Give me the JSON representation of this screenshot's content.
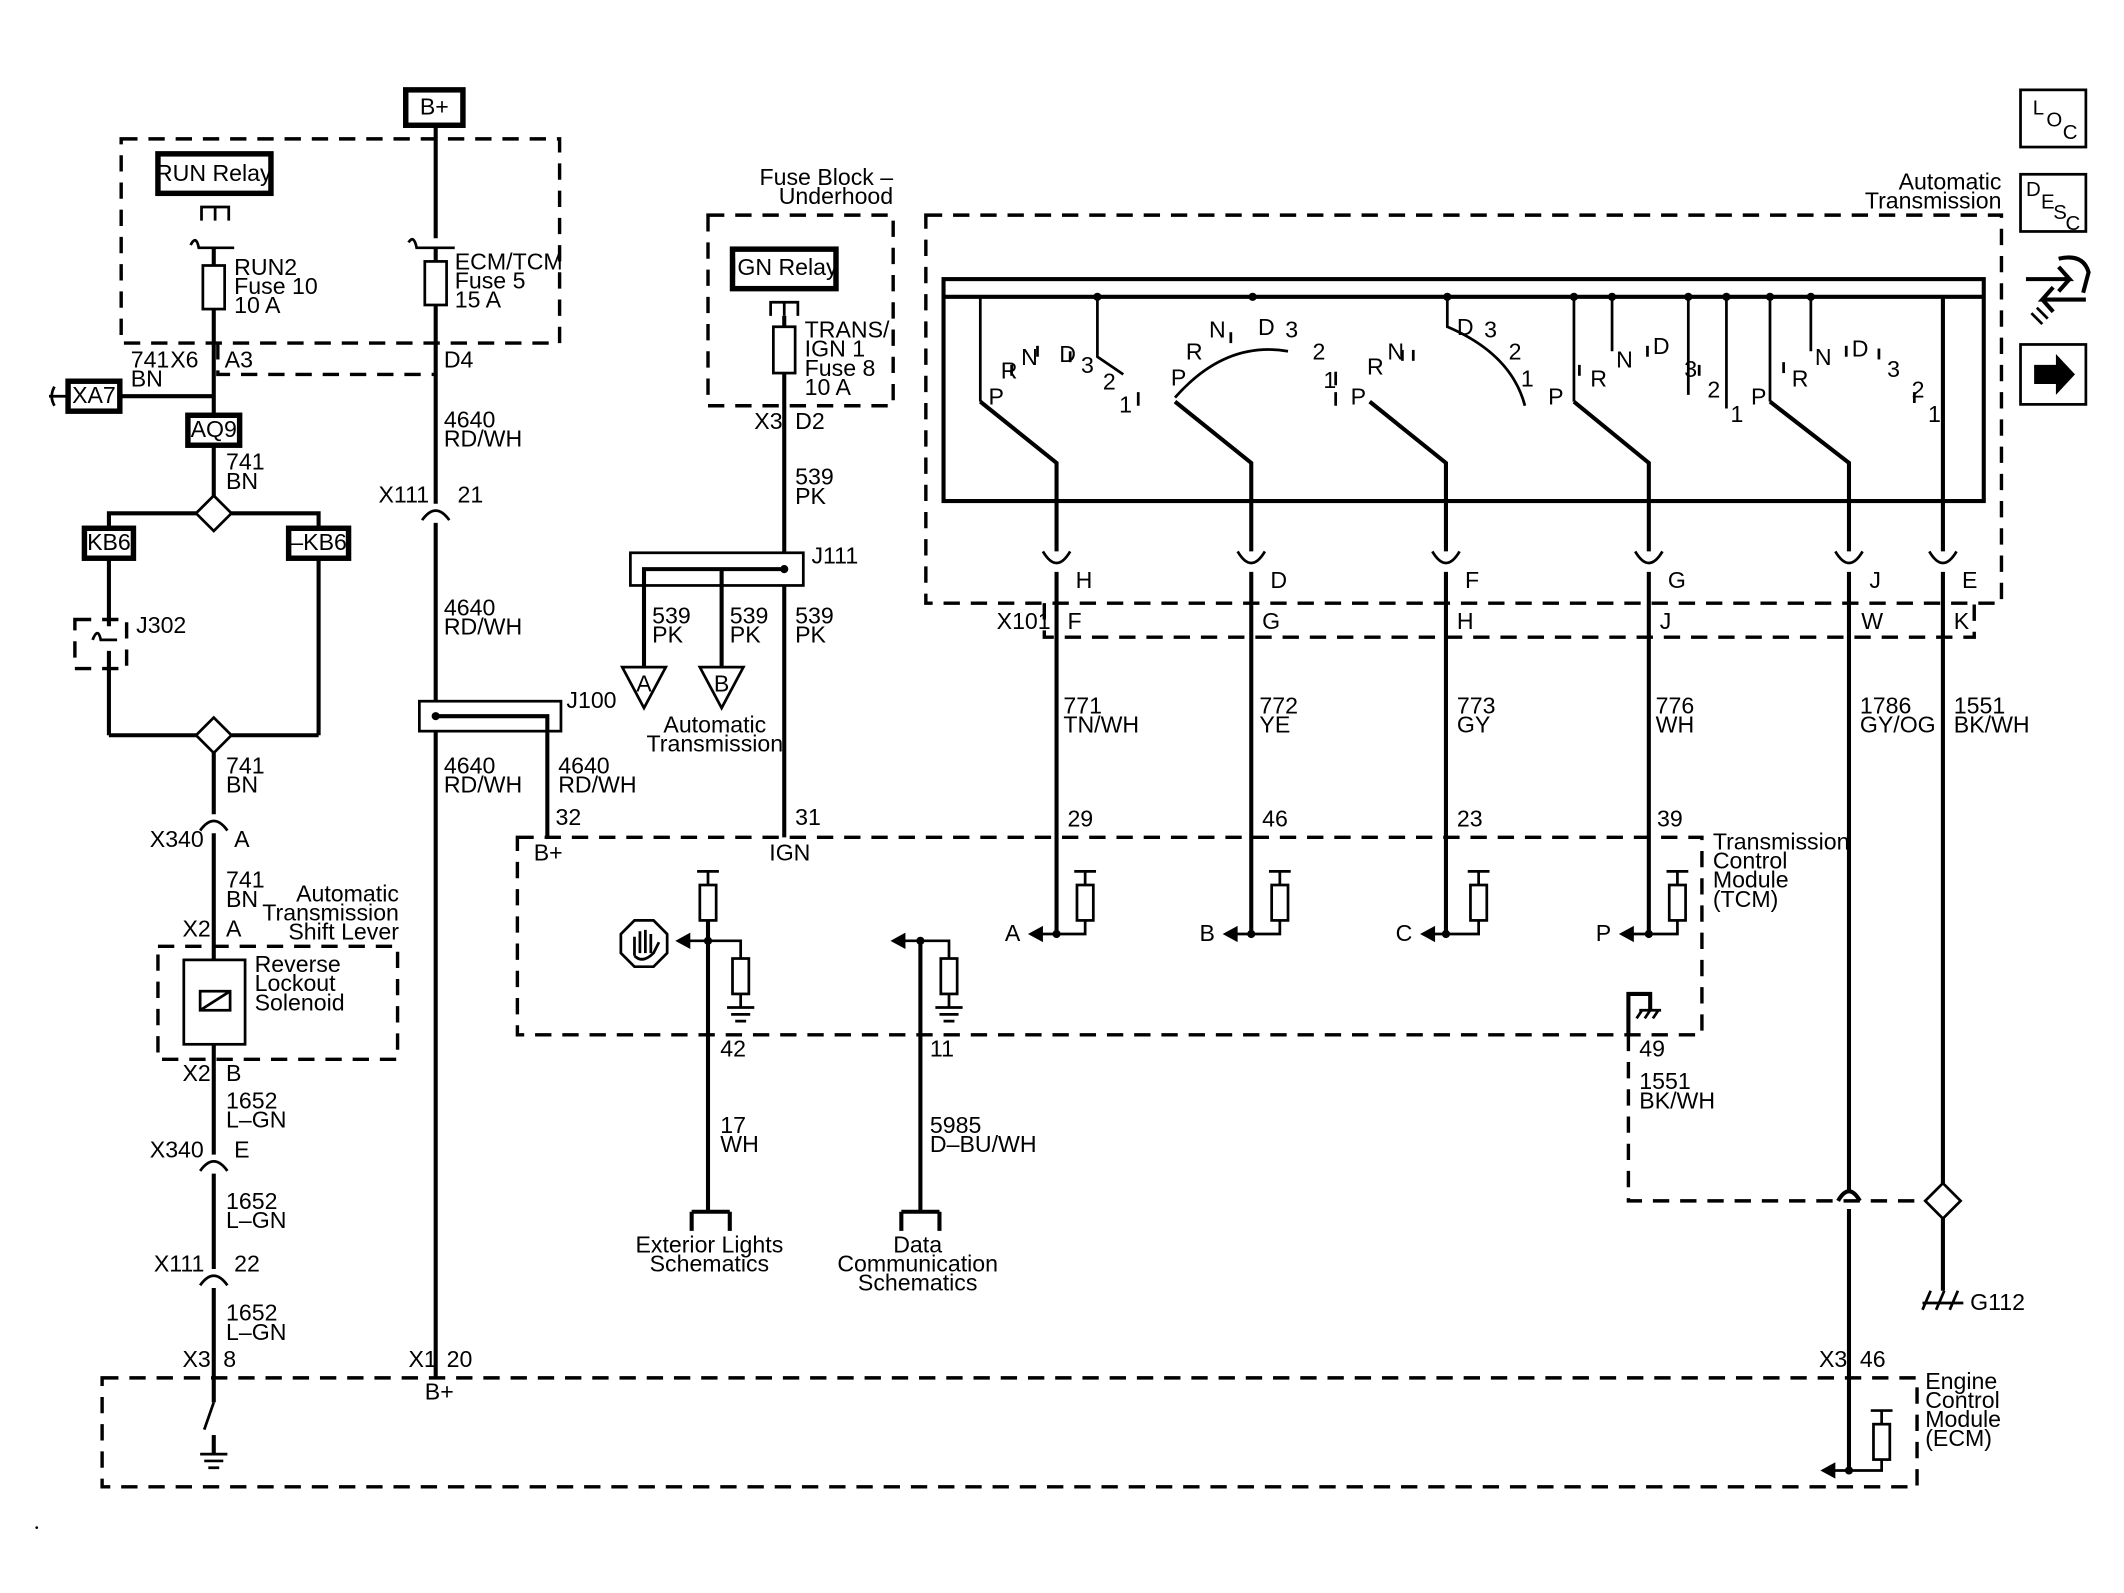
{
  "power": {
    "bplus": "B+"
  },
  "relays": {
    "run": "RUN Relay",
    "ign": "IGN Relay"
  },
  "fuses": {
    "run2": [
      "RUN2",
      "Fuse 10",
      "10 A"
    ],
    "ecm_tcm": [
      "ECM/TCM",
      "Fuse 5",
      "15 A"
    ],
    "trans_ign": [
      "TRANS/",
      "IGN 1",
      "Fuse 8",
      "10 A"
    ]
  },
  "module_labels": {
    "fuse_block": [
      "Fuse Block –",
      "Underhood"
    ],
    "auto_trans": [
      "Automatic",
      "Transmission"
    ],
    "shift_lever": [
      "Automatic",
      "Transmission",
      "Shift Lever"
    ],
    "solenoid": [
      "Reverse",
      "Lockout",
      "Solenoid"
    ],
    "tcm": [
      "Transmission",
      "Control",
      "Module",
      "(TCM)"
    ],
    "ecm": [
      "Engine",
      "Control",
      "Module",
      "(ECM)"
    ],
    "ext_lights": [
      "Exterior Lights",
      "Schematics"
    ],
    "data_comm": [
      "Data",
      "Communication",
      "Schematics"
    ],
    "trans_ref": [
      "Automatic",
      "Transmission"
    ]
  },
  "connectors": {
    "x6": "X6",
    "a3": "A3",
    "d4": "D4",
    "xa7": "XA7",
    "aq9": "AQ9",
    "kb6": "KB6",
    "kb6b": "–KB6",
    "j302": "J302",
    "x111": "X111",
    "pin21": "21",
    "pin22": "22",
    "x340": "X340",
    "pinA": "A",
    "pinE": "E",
    "x2": "X2",
    "pinA2": "A",
    "pinB": "B",
    "x3": "X3",
    "pin8": "8",
    "x1": "X1",
    "pin20": "20",
    "x3b": "X3",
    "pin46": "46",
    "j100": "J100",
    "j111": "J111",
    "x3c": "X3",
    "d2": "D2",
    "x101": "X101",
    "pin32": "32",
    "pin31": "31",
    "bplus_pin": "B+",
    "ign_pin": "IGN",
    "bplus_ecm": "B+",
    "pin42": "42",
    "pin11": "11",
    "pin49": "49",
    "g112": "G112"
  },
  "wires": {
    "w741": [
      "741",
      "BN"
    ],
    "w4640": [
      "4640",
      "RD/WH"
    ],
    "w539": [
      "539",
      "PK"
    ],
    "w1652": [
      "1652",
      "L–GN"
    ],
    "w17": [
      "17",
      "WH"
    ],
    "w5985": [
      "5985",
      "D–BU/WH"
    ],
    "w1551": [
      "1551",
      "BK/WH"
    ]
  },
  "switches": [
    {
      "trans_pin": "H",
      "x101_pin": "F",
      "tcm_pin": "29",
      "circuit": "771",
      "color": "TN/WH",
      "out": "A"
    },
    {
      "trans_pin": "D",
      "x101_pin": "G",
      "tcm_pin": "46",
      "circuit": "772",
      "color": "YE",
      "out": "B"
    },
    {
      "trans_pin": "F",
      "x101_pin": "H",
      "tcm_pin": "23",
      "circuit": "773",
      "color": "GY",
      "out": "C"
    },
    {
      "trans_pin": "G",
      "x101_pin": "J",
      "tcm_pin": "39",
      "circuit": "776",
      "color": "WH",
      "out": "P"
    },
    {
      "trans_pin": "J",
      "x101_pin": "W",
      "circuit": "1786",
      "color": "GY/OG"
    },
    {
      "trans_pin": "E",
      "x101_pin": "K",
      "circuit": "1551",
      "color": "BK/WH"
    }
  ],
  "gears": {
    "P": "P",
    "R": "R",
    "N": "N",
    "D": "D",
    "g3": "3",
    "g2": "2",
    "g1": "1"
  },
  "offpage": {
    "a": "A",
    "b": "B"
  },
  "side_icons": [
    "LOC",
    "DESC",
    "connector-icon",
    "next-arrow-icon"
  ]
}
